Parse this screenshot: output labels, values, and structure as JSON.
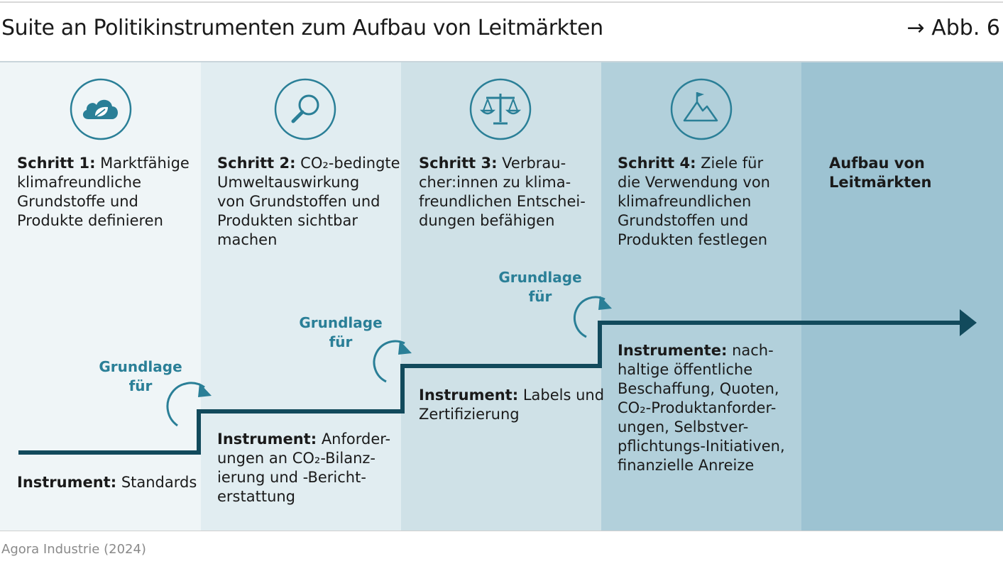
{
  "header": {
    "title": "Suite an Politikinstrumenten zum Aufbau von Leitmärkten",
    "figure_ref": "→ Abb. 6"
  },
  "colors": {
    "col1": "#eff5f7",
    "col2": "#e1edf1",
    "col3": "#cfe1e7",
    "col4": "#b2d0db",
    "col5": "#9dc3d2",
    "icon": "#2a7f97",
    "staircase": "#124a5c",
    "grundlage": "#2a7f97"
  },
  "steps": [
    {
      "label": "Schritt 1:",
      "text": "Marktfähige\nklimafreundliche\nGrundstoffe und\nProdukte definieren",
      "icon": "cloud-leaf-icon"
    },
    {
      "label": "Schritt 2:",
      "text": "CO₂-bedingte\nUmweltauswirkung\nvon Grundstoffen und\nProdukten sichtbar\nmachen",
      "icon": "magnifier-icon"
    },
    {
      "label": "Schritt 3:",
      "text": "Verbrau-\ncher:innen zu klima-\nfreundlichen Entschei-\ndungen befähigen",
      "icon": "scales-icon"
    },
    {
      "label": "Schritt 4:",
      "text": "Ziele für\ndie Verwendung von\nklimafreundlichen\nGrundstoffen und\nProdukten festlegen",
      "icon": "mountain-flag-icon"
    }
  ],
  "goal": {
    "text": "Aufbau von\nLeitmärkten"
  },
  "instruments": [
    {
      "label": "Instrument:",
      "text": "Standards"
    },
    {
      "label": "Instrument:",
      "text": "Anforder-\nungen an CO₂-Bilanz-\nierung und -Bericht-\nerstattung"
    },
    {
      "label": "Instrument:",
      "text": "Labels und\nZertifizierung"
    },
    {
      "label": "Instrumente:",
      "text": "nach-\nhaltige öffentliche\nBeschaffung, Quoten,\nCO₂-Produktanforder-\nungen, Selbstver-\npflichtungs-Initiativen,\nfinanzielle Anreize"
    }
  ],
  "grundlage": [
    {
      "text": "Grundlage\nfür"
    },
    {
      "text": "Grundlage\nfür"
    },
    {
      "text": "Grundlage\nfür"
    }
  ],
  "source": "Agora Industrie (2024)"
}
